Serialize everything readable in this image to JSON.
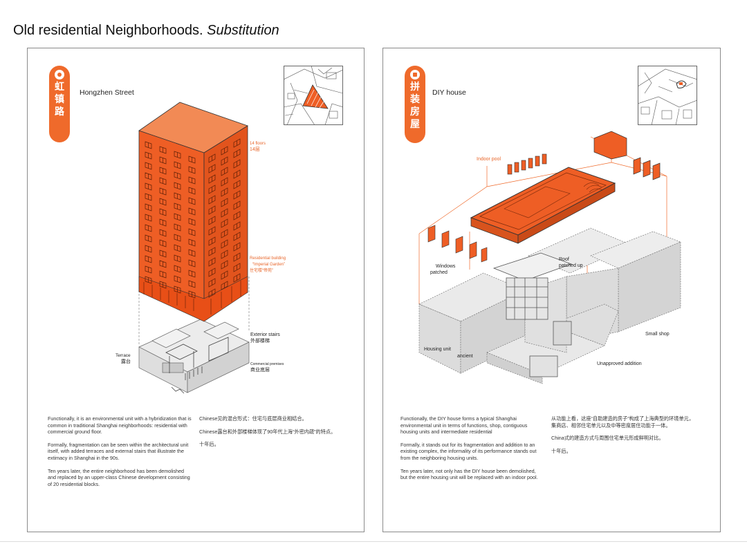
{
  "page": {
    "title_main": "Old residential Neighborhoods.",
    "title_italic": "Substitution"
  },
  "colors": {
    "accent": "#ef6a2b",
    "building_fill": "#ee5e25",
    "grey_fill": "#e3e3e3"
  },
  "left": {
    "badge_chars": [
      "虹",
      "镇",
      "路"
    ],
    "badge_icon": "target-icon",
    "site_name": "Hongzhen Street",
    "labels": {
      "floors_en": "14 floors",
      "floors_zh": "14层",
      "residential_1": "Residential building",
      "residential_2": "“Imperial Garden”",
      "residential_3": "住宅楼“帝苑”",
      "stairs_en": "Exterior stairs",
      "stairs_zh": "外部楼梯",
      "terrace_en": "Terrace",
      "terrace_zh": "露台",
      "commercial_en": "Commercial premises",
      "commercial_zh": "商业底层"
    },
    "text_en": [
      "Functionally, it is an environmental unit with a hybridization that is common in traditional Shanghai neighborhoods: residential with commercial ground floor.",
      "Formally, fragmentation can be seen within the architectural unit itself, with added terraces and external stairs that illustrate the extimacy in Shanghai in the 90s.",
      "Ten years later, the entire neighborhood has been demolished and replaced by an upper-class Chinese development consisting of 20 residential blocks."
    ],
    "text_zh": [
      "Chinese见的混合形式：住宅与底层商业相结合。",
      "Chinese露台和外部楼梯体现了90年代上海“外密内疏”的特点。",
      "十年后。"
    ]
  },
  "right": {
    "badge_chars": [
      "拼",
      "装",
      "房",
      "屋"
    ],
    "badge_icon": "square-target-icon",
    "site_name": "DIY house",
    "labels": {
      "indoor_pool": "Indoor pool",
      "roof_1": "Roof",
      "roof_2": "patched up",
      "windows_1": "Windows",
      "windows_2": "patched",
      "small_shop": "Small shop",
      "housing_unit": "Housing unit",
      "ancient": "ancient",
      "unapproved": "Unapproved addition"
    },
    "text_en": [
      "Functionally, the DIY house forms a typical Shanghai environmental unit in terms of functions, shop, contiguous housing units and intermediate residential",
      "Formally, it stands out for its fragmentation and addition to an existing complex, the informality of its performance stands out from the neighboring housing units.",
      "Ten years later, not only has the DIY house been demolished, but the entire housing unit will be replaced with an indoor pool."
    ],
    "text_zh": [
      "从功能上看，这座“自助建造的房子”构成了上海典型的环境单元，集商店、相邻住宅单元以及中等密度居住功能于一体。",
      "China式的建造方式与周围住宅单元形成鲜明对比。",
      "十年后。"
    ]
  }
}
